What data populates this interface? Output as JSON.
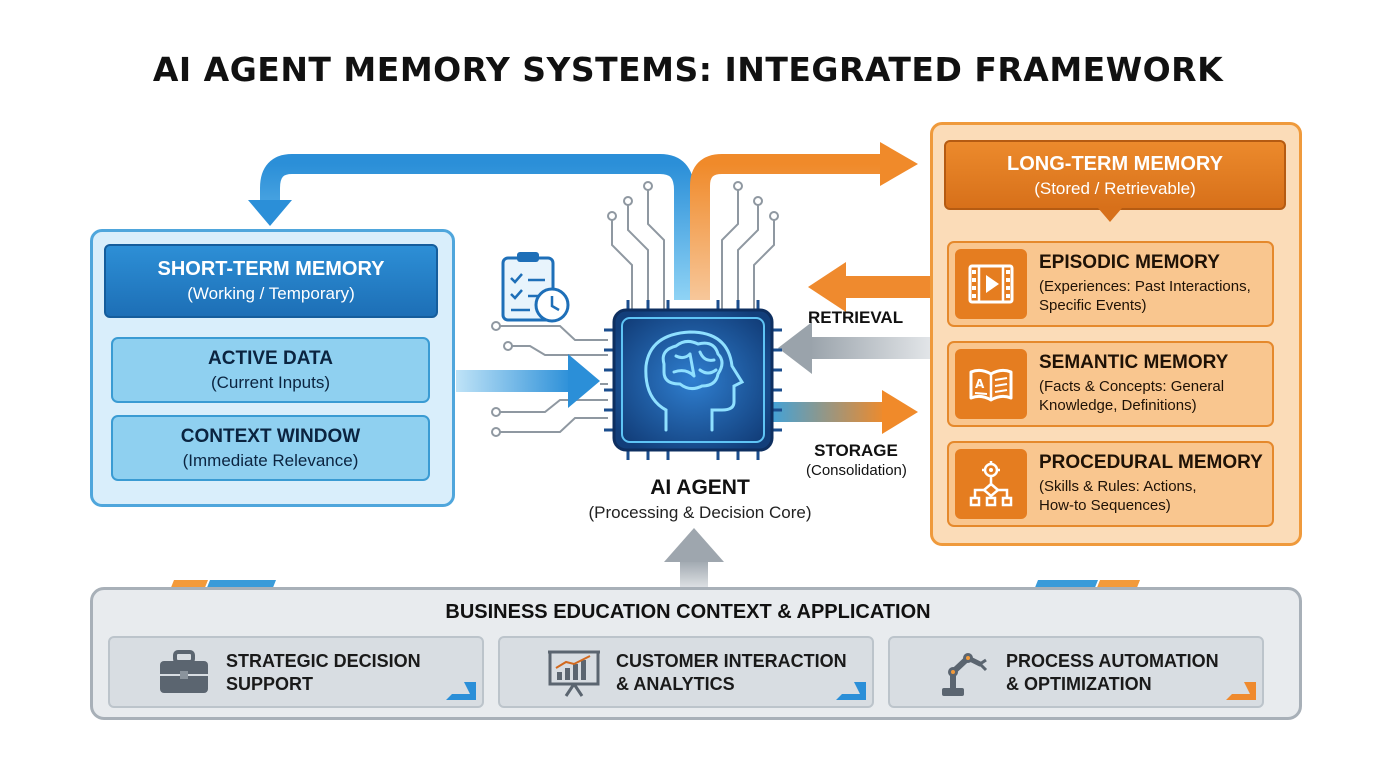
{
  "title": "AI AGENT MEMORY SYSTEMS: INTEGRATED FRAMEWORK",
  "colors": {
    "short_term": "#2d8fd6",
    "long_term": "#ec8a2c",
    "agent_core": "#1d5fa8",
    "context_panel": "#a8b0b8"
  },
  "short_term": {
    "title": "SHORT-TERM MEMORY",
    "subtitle": "(Working / Temporary)",
    "items": [
      {
        "title": "ACTIVE DATA",
        "subtitle": "(Current Inputs)"
      },
      {
        "title": "CONTEXT WINDOW",
        "subtitle": "(Immediate Relevance)"
      }
    ]
  },
  "long_term": {
    "title": "LONG-TERM MEMORY",
    "subtitle": "(Stored / Retrievable)",
    "items": [
      {
        "icon": "film-play-icon",
        "title": "EPISODIC MEMORY",
        "desc_line1": "(Experiences: Past Interactions,",
        "desc_line2": "Specific Events)"
      },
      {
        "icon": "open-book-icon",
        "title": "SEMANTIC MEMORY",
        "desc_line1": "(Facts & Concepts: General",
        "desc_line2": "Knowledge, Definitions)"
      },
      {
        "icon": "gear-flowchart-icon",
        "title": "PROCEDURAL MEMORY",
        "desc_line1": "(Skills & Rules: Actions,",
        "desc_line2": "How-to Sequences)"
      }
    ]
  },
  "agent": {
    "title": "AI AGENT",
    "subtitle": "(Processing & Decision Core)",
    "icon": "brain-head-chip-icon"
  },
  "flows": {
    "retrieval": "RETRIEVAL",
    "storage": "STORAGE",
    "storage_sub": "(Consolidation)"
  },
  "context": {
    "title": "BUSINESS EDUCATION CONTEXT & APPLICATION",
    "items": [
      {
        "icon": "briefcase-icon",
        "line1": "STRATEGIC DECISION",
        "line2": "SUPPORT"
      },
      {
        "icon": "presentation-chart-icon",
        "line1": "CUSTOMER INTERACTION",
        "line2": "& ANALYTICS"
      },
      {
        "icon": "robot-arm-icon",
        "line1": "PROCESS AUTOMATION",
        "line2": "& OPTIMIZATION"
      }
    ]
  }
}
